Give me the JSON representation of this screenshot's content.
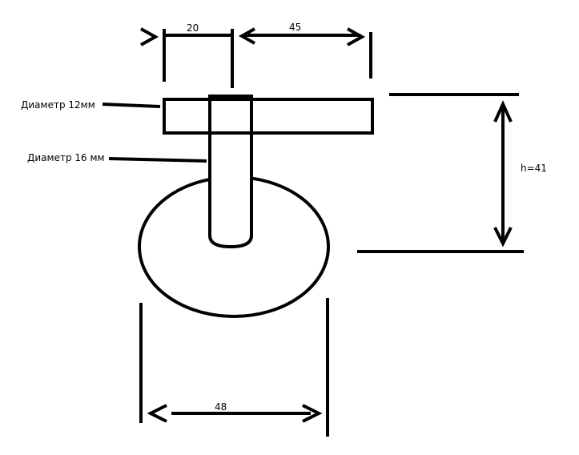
{
  "labels": {
    "top_left_dim": "20",
    "top_right_dim": "45",
    "diameter_12": "Диаметр 12мм",
    "diameter_16": "Диаметр 16 мм",
    "height": "h=41",
    "bottom_dim": "48"
  }
}
